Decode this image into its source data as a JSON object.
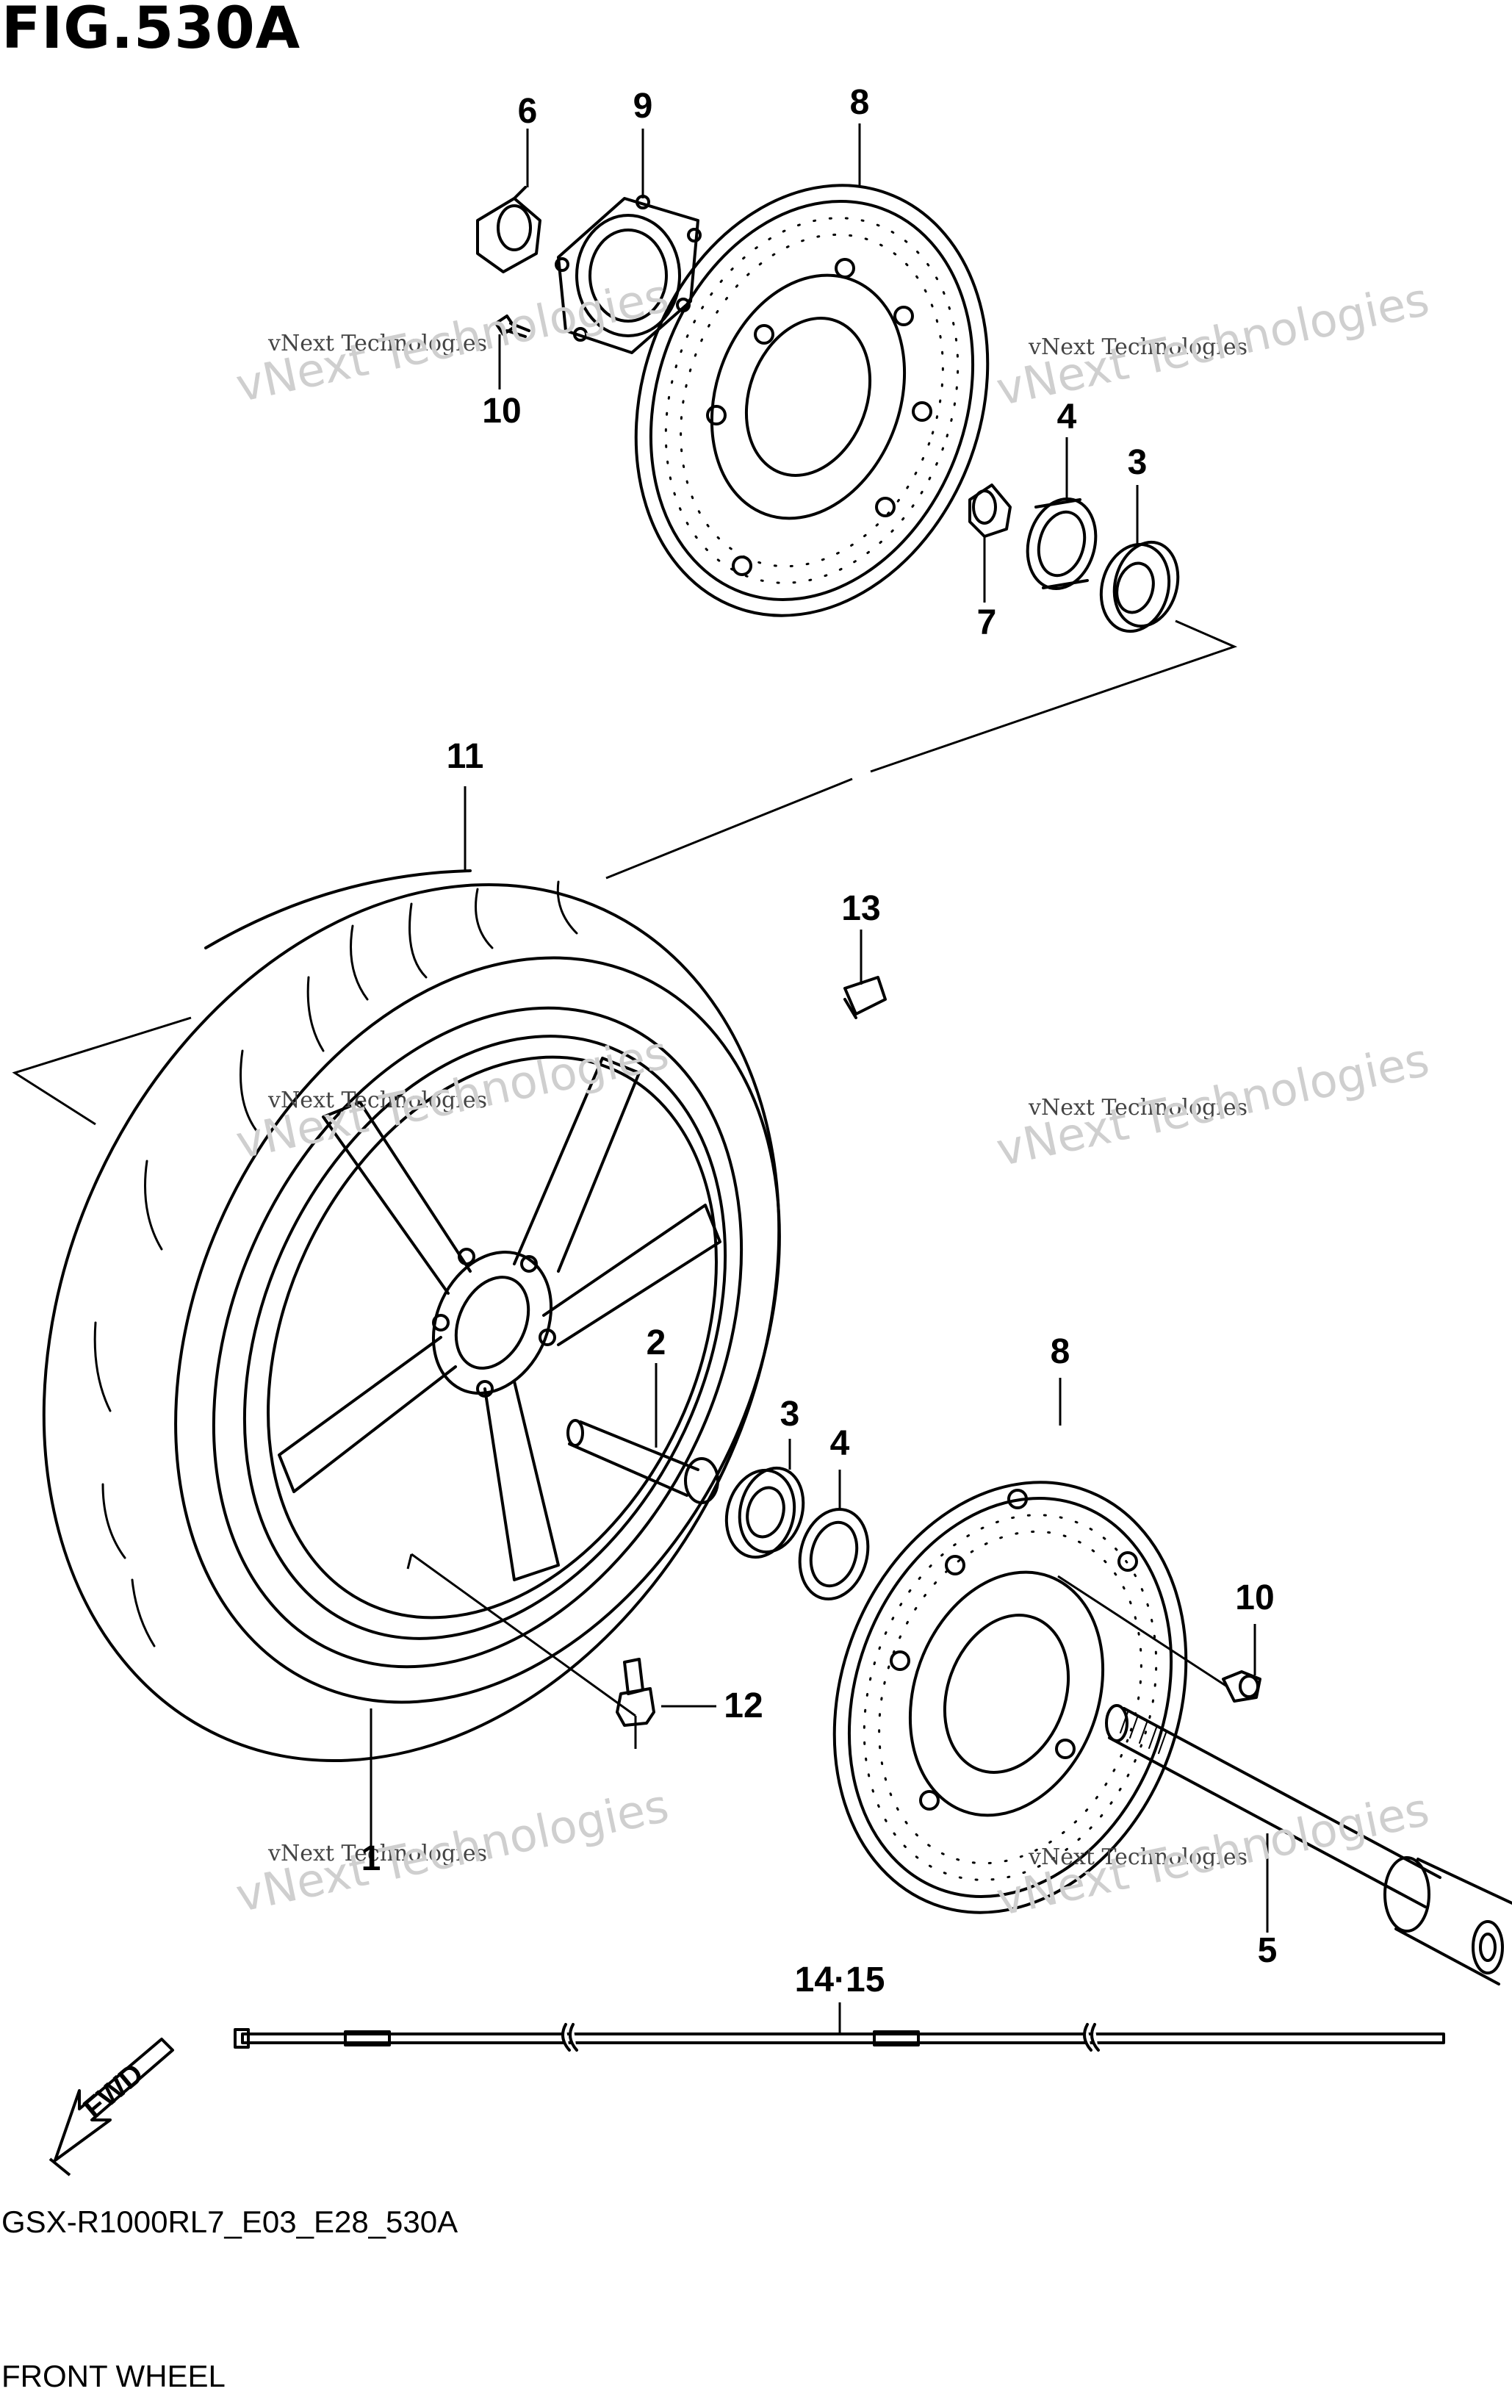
{
  "figure": {
    "title": "FIG.530A",
    "code": "GSX-R1000RL7_E03_E28_530A",
    "caption": "FRONT WHEEL"
  },
  "fwd_arrow": {
    "label": "FWD"
  },
  "watermark": {
    "small": "vNext Technologies",
    "big": "vNext Technologies"
  },
  "callouts": {
    "c6": "6",
    "c9": "9",
    "c8_top": "8",
    "c10_top": "10",
    "c4_top": "4",
    "c3_top": "3",
    "c7": "7",
    "c11": "11",
    "c13": "13",
    "c2": "2",
    "c3_mid": "3",
    "c4_mid": "4",
    "c8_bot": "8",
    "c10_bot": "10",
    "c12": "12",
    "c1": "1",
    "c5": "5",
    "c14_15": "14·15"
  }
}
